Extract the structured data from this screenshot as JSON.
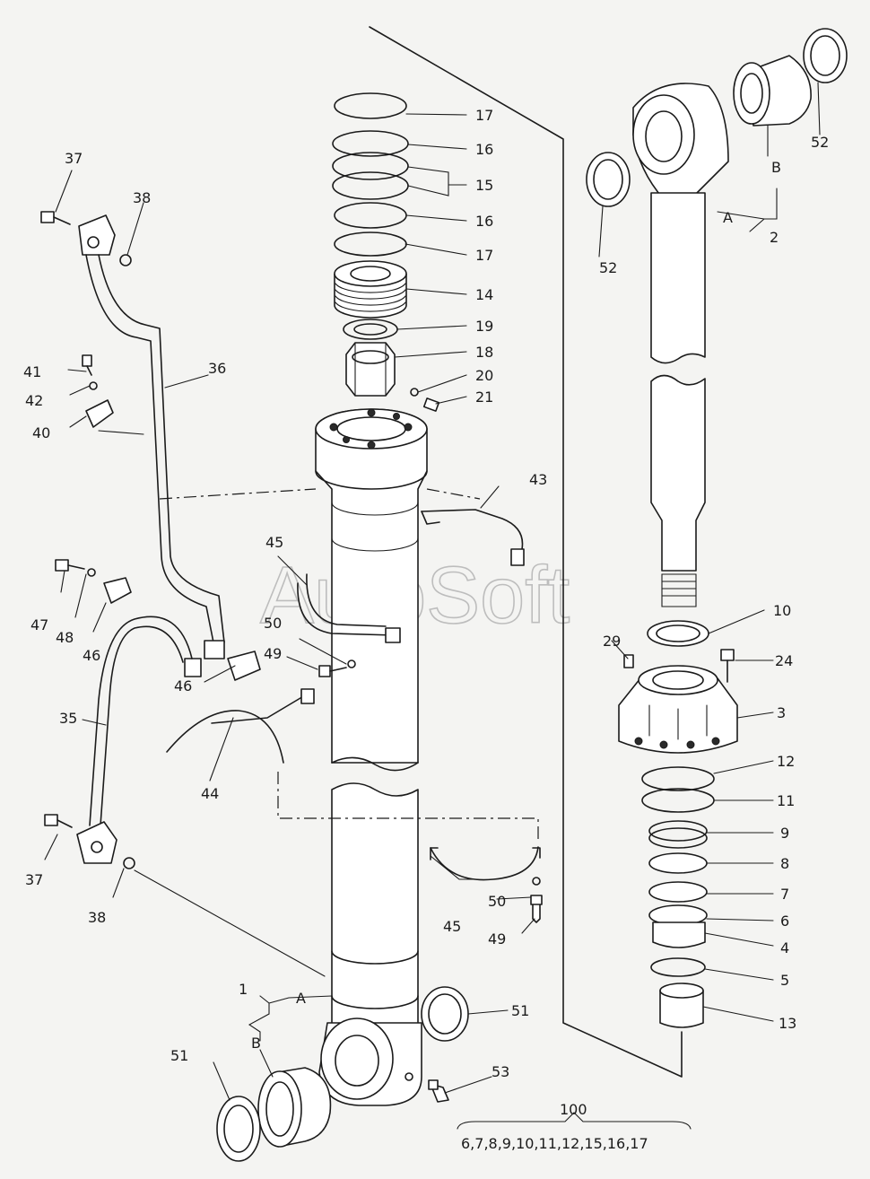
{
  "watermark": "AutoSoft",
  "callouts": {
    "c17a": "17",
    "c16a": "16",
    "c15": "15",
    "c16b": "16",
    "c17b": "17",
    "c14": "14",
    "c19": "19",
    "c18": "18",
    "c20": "20",
    "c21": "21",
    "c37a": "37",
    "c38a": "38",
    "c36": "36",
    "c41": "41",
    "c42": "42",
    "c40": "40",
    "c43": "43",
    "c45a": "45",
    "c47": "47",
    "c48": "48",
    "c46a": "46",
    "c50a": "50",
    "c49a": "49",
    "c46b": "46",
    "c35": "35",
    "c44": "44",
    "c37b": "37",
    "c38b": "38",
    "c45b": "45",
    "c50b": "50",
    "c49b": "49",
    "c1": "1",
    "cA1": "A",
    "cB1": "B",
    "c51a": "51",
    "c51b": "51",
    "c53": "53",
    "c52a": "52",
    "c52b": "52",
    "cA2": "A",
    "cB2": "B",
    "c2": "2",
    "c10": "10",
    "c29": "29",
    "c24": "24",
    "c3": "3",
    "c12": "12",
    "c11": "11",
    "c9": "9",
    "c8": "8",
    "c7": "7",
    "c6": "6",
    "c4": "4",
    "c5": "5",
    "c13": "13"
  },
  "kit": {
    "number": "100",
    "contents": "6,7,8,9,10,11,12,15,16,17"
  }
}
